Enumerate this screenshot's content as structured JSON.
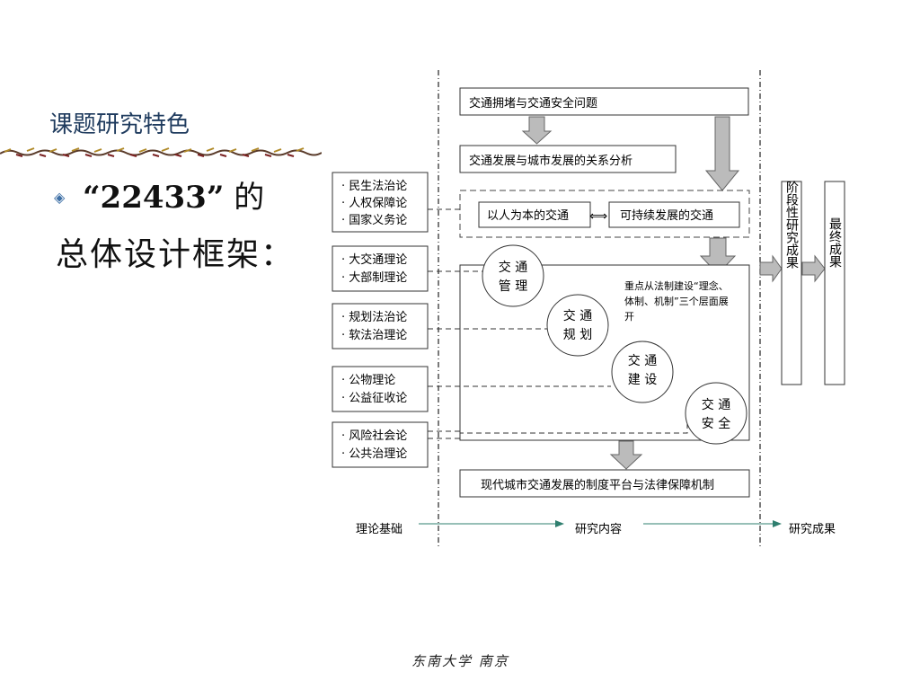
{
  "slide": {
    "title": "课题研究特色",
    "bullet_quote": "“22433”",
    "bullet_suffix": " 的",
    "bullet_line2": "总体设计框架：",
    "footer_seal": "东南大学 南京"
  },
  "diagram": {
    "top_box": "交通拥堵与交通安全问题",
    "second_box": "交通发展与城市发展的关系分析",
    "left_concept": "以人为本的交通",
    "right_concept": "可持续发展的交通",
    "double_arrow": "⟺",
    "theory_groups": [
      [
        "· 民生法治论",
        "· 人权保障论",
        "· 国家义务论"
      ],
      [
        "· 大交通理论",
        "· 大部制理论"
      ],
      [
        "· 规划法治论",
        "· 软法治理论"
      ],
      [
        "· 公物理论",
        "· 公益征收论"
      ],
      [
        "· 风险社会论",
        "· 公共治理论"
      ]
    ],
    "circles": [
      [
        "交  通",
        "管  理"
      ],
      [
        "交  通",
        "规  划"
      ],
      [
        "交  通",
        "建  设"
      ],
      [
        "交  通",
        "安  全"
      ]
    ],
    "focus_note": [
      "重点从法制建设“理念、",
      "体制、机制”三个层面展",
      "开"
    ],
    "bottom_box": "现代城市交通发展的制度平台与法律保障机制",
    "stage_results": "阶段性研究成果",
    "final_results": "最终成果",
    "bottom_labels": {
      "theory": "理论基础",
      "content": "研究内容",
      "results": "研究成果"
    }
  }
}
